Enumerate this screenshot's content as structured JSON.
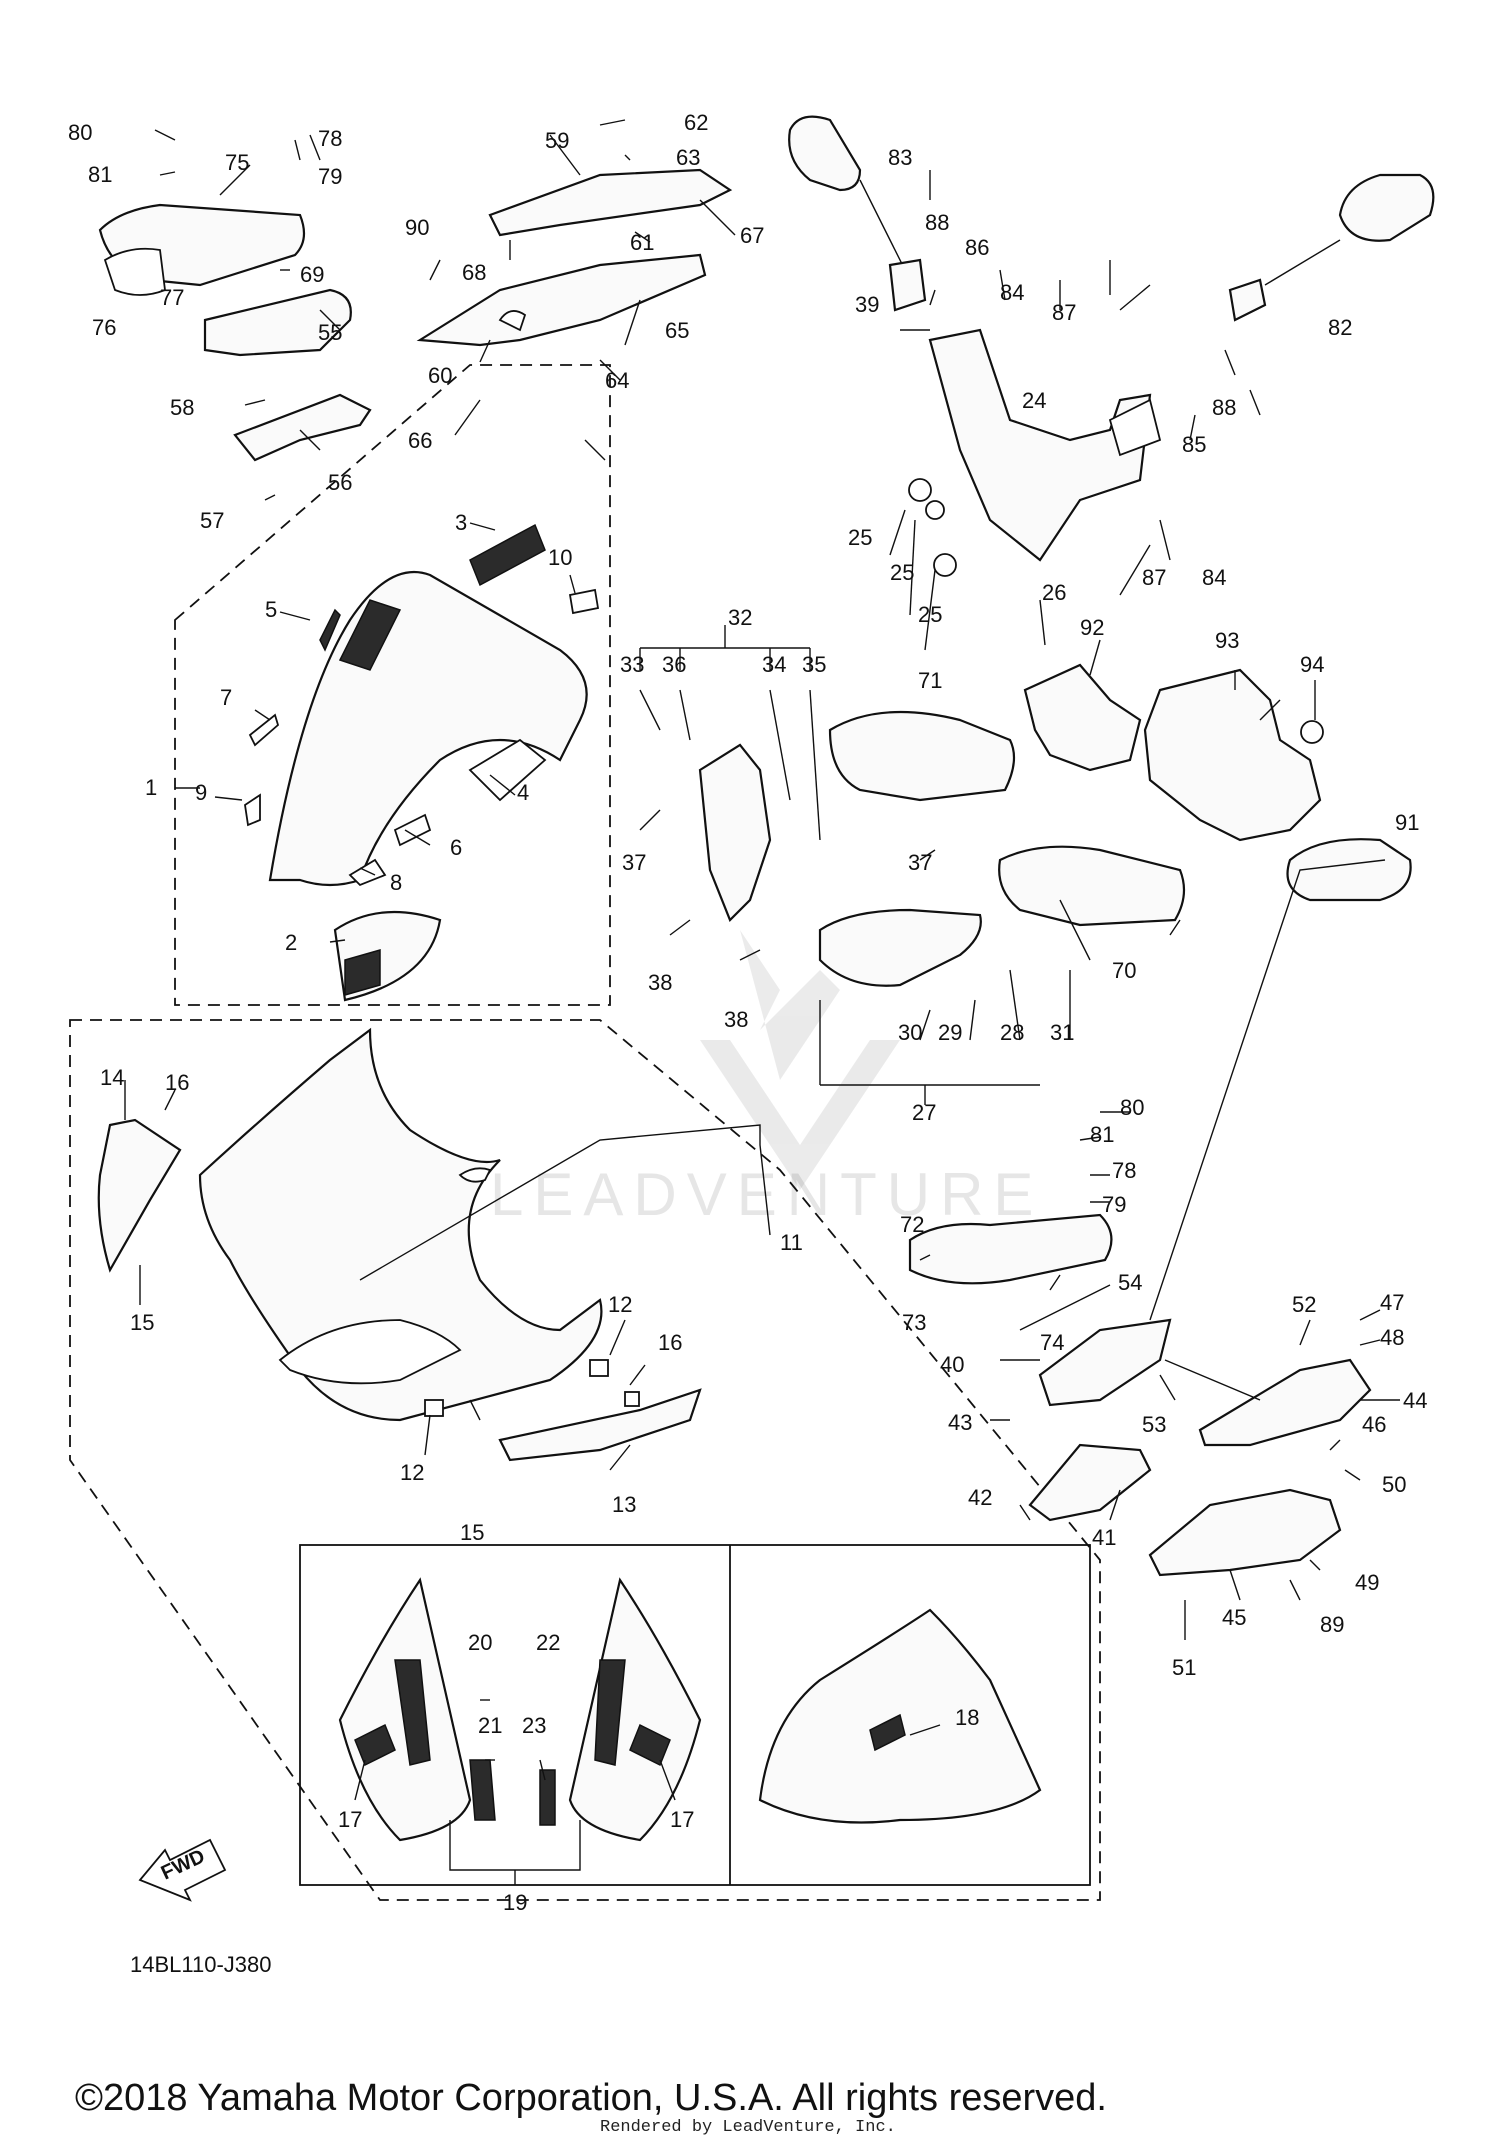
{
  "diagram": {
    "code": "14BL110-J380",
    "fwd_label": "FWD",
    "watermark": "LEADVENTURE",
    "copyright": "©2018 Yamaha Motor Corporation, U.S.A. All rights reserved.",
    "rendered_by": "Rendered by LeadVenture, Inc.",
    "callouts": [
      "1",
      "2",
      "3",
      "4",
      "5",
      "6",
      "7",
      "8",
      "9",
      "10",
      "11",
      "12",
      "13",
      "14",
      "15",
      "16",
      "17",
      "18",
      "19",
      "20",
      "21",
      "22",
      "23",
      "24",
      "25",
      "26",
      "27",
      "28",
      "29",
      "30",
      "31",
      "32",
      "33",
      "34",
      "35",
      "36",
      "37",
      "38",
      "39",
      "40",
      "41",
      "42",
      "43",
      "44",
      "45",
      "46",
      "47",
      "48",
      "49",
      "50",
      "51",
      "52",
      "53",
      "54",
      "55",
      "56",
      "57",
      "58",
      "59",
      "60",
      "61",
      "62",
      "63",
      "64",
      "65",
      "66",
      "67",
      "68",
      "69",
      "70",
      "71",
      "72",
      "73",
      "74",
      "75",
      "76",
      "77",
      "78",
      "79",
      "80",
      "81",
      "82",
      "83",
      "84",
      "85",
      "86",
      "87",
      "88",
      "89",
      "90",
      "91",
      "92",
      "93",
      "94"
    ]
  }
}
